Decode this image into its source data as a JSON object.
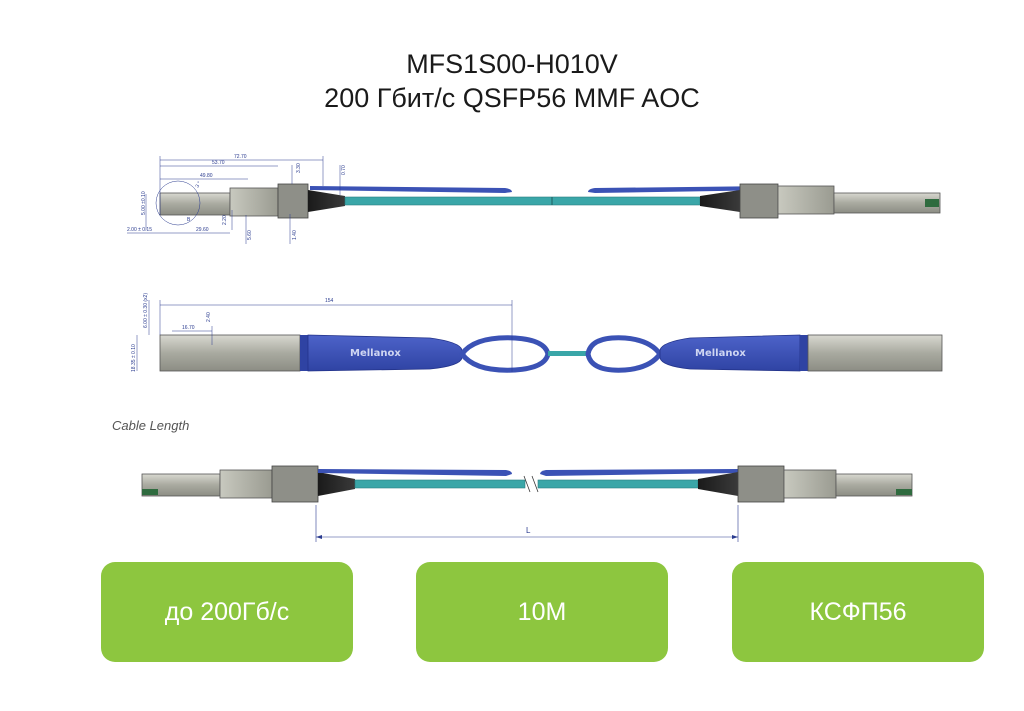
{
  "header": {
    "title_line1": "MFS1S00-H010V",
    "title_line2": "200 Гбит/с QSFP56 MMF AOC"
  },
  "drawing": {
    "caption": "Cable Length",
    "length_label": "L",
    "brand": "Mellanox",
    "dims_top": [
      "72.70",
      "53.70",
      "49.80",
      "3.30",
      "0.70",
      "3 °",
      "5.00 ±0.10",
      "B",
      "2.00 ± 0.15",
      "29.60",
      "2.20",
      "5.60",
      "1.40"
    ],
    "dims_mid": [
      "154",
      "6.00 ± 0.30 (x2)",
      "16.70",
      "2.40",
      "18.35 ± 0.10"
    ]
  },
  "features": {
    "speed": "до 200Гб/с",
    "length": "10M",
    "form_factor": "КСФП56"
  },
  "colors": {
    "accent_green": "#8dc63f",
    "cable_teal": "#3aa6a8",
    "pull_tab_blue": "#3b52b5"
  }
}
